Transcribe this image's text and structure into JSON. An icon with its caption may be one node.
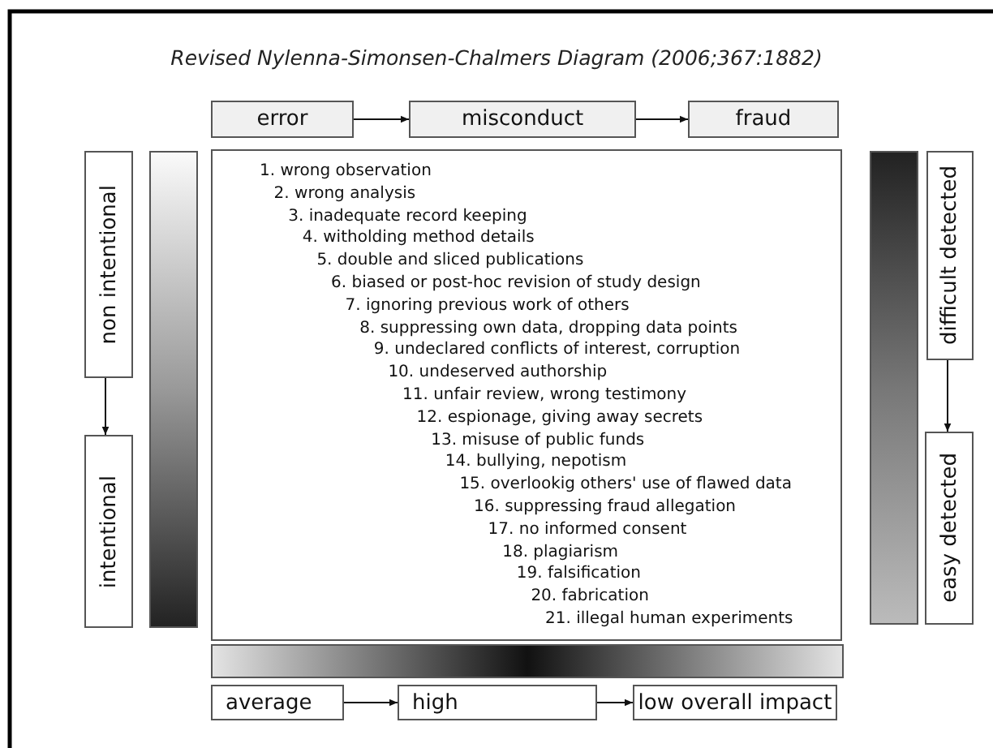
{
  "diagram": {
    "title": "Revised Nylenna-Simonsen-Chalmers Diagram (2006;367:1882)",
    "nodes": [
      {
        "text": [
          "error"
        ]
      },
      {
        "text": [
          "misconduct"
        ]
      },
      {
        "text": [
          "fraud"
        ]
      },
      {
        "text": [
          "non intentional"
        ]
      },
      {
        "text": [
          "intentional"
        ]
      },
      {
        "text": [
          "1. wrong observation",
          "2. wrong analysis",
          "3. inadequate record keeping",
          "4. witholding method details",
          "5. double and sliced publications",
          "6. biased or post-hoc revision of study design",
          "7. ignoring previous work of others",
          "8. suppressing own data, dropping data points",
          "9. undeclared conflicts of interest, corruption",
          "10. undeserved authorship",
          "11. unfair review, wrong testimony",
          "12. espionage, giving away secrets",
          "13. misuse of public funds",
          "14. bullying, nepotism",
          "15. overlookig others' use of flawed data",
          "16. suppressing fraud allegation",
          "17. no informed consent",
          "18. plagiarism",
          "19. falsification",
          "20. fabrication",
          "21. illegal human experiments"
        ]
      },
      {
        "text": [
          "difficult detected"
        ]
      },
      {
        "text": [
          "easy detected"
        ]
      },
      {
        "text": [
          "average"
        ]
      },
      {
        "text": [
          "high"
        ]
      },
      {
        "text": [
          "low overall impact"
        ]
      },
      {
        "text": [],
        "shape": "bar"
      },
      {
        "text": [],
        "shape": "bar"
      },
      {
        "text": [],
        "shape": "bar"
      }
    ],
    "edges": [
      {
        "from": 0,
        "to": 1,
        "arrow": "to"
      },
      {
        "from": 1,
        "to": 2,
        "arrow": "to"
      },
      {
        "from": 3,
        "to": 4,
        "arrow": "to"
      },
      {
        "from": 6,
        "to": 7,
        "arrow": "to"
      },
      {
        "from": 8,
        "to": 9,
        "arrow": "to"
      },
      {
        "from": 9,
        "to": 10,
        "arrow": "to"
      }
    ]
  }
}
